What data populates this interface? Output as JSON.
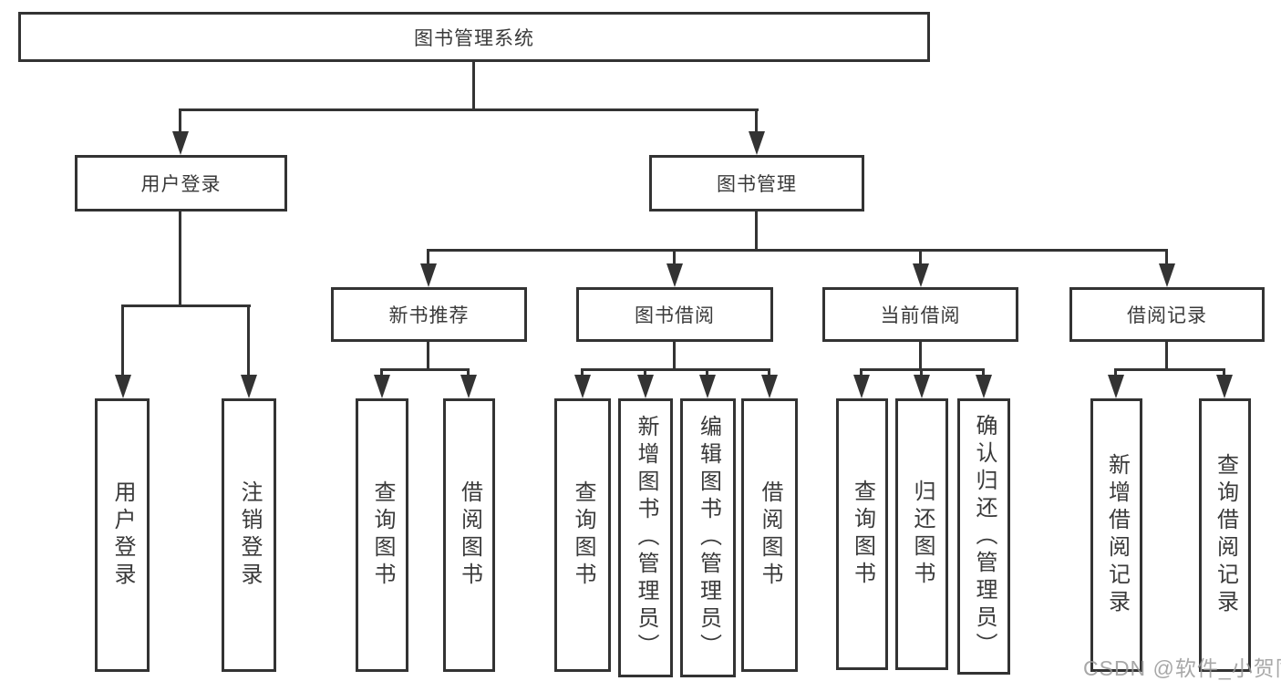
{
  "title_node": "图书管理系统",
  "level2": {
    "user_login": "用户登录",
    "book_management": "图书管理"
  },
  "level3": {
    "new_book_recommend": "新书推荐",
    "book_borrowing": "图书借阅",
    "current_borrowing": "当前借阅",
    "borrowing_records": "借阅记录"
  },
  "leaves": {
    "user_login": "用户登录",
    "logout": "注销登录",
    "recommend_query_books": "查询图书",
    "recommend_borrow_books": "借阅图书",
    "borrowing_query_books": "查询图书",
    "borrowing_add_books_admin": "新增图书（管理员）",
    "borrowing_edit_books_admin": "编辑图书（管理员）",
    "borrowing_borrow_books": "借阅图书",
    "current_query_books": "查询图书",
    "current_return_books": "归还图书",
    "current_confirm_return_admin": "确认归还（管理员）",
    "records_add_record": "新增借阅记录",
    "records_query_record": "查询借阅记录"
  },
  "watermark": "CSDN @软件_小贺同学",
  "colors": {
    "line": "#333333",
    "text": "#3a3a3a",
    "background": "#ffffff",
    "watermark": "#999999"
  }
}
